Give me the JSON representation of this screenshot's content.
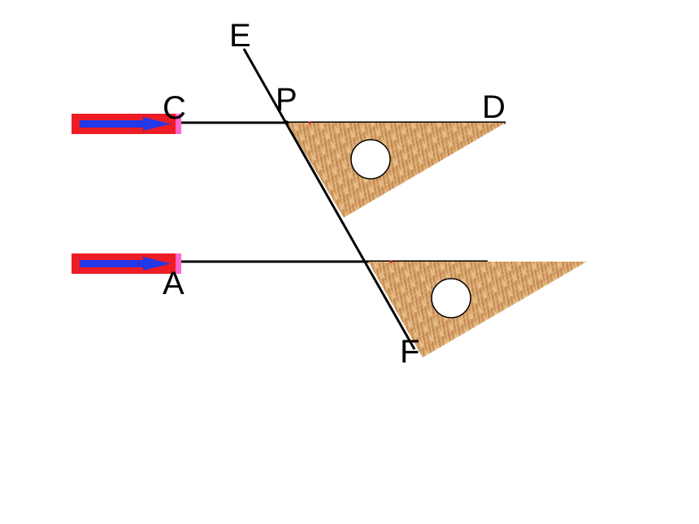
{
  "points": {
    "E": "E",
    "P": "P",
    "C": "C",
    "D": "D",
    "A": "A",
    "F": "F"
  },
  "colors": {
    "line": "#000000",
    "wood_light": "#e2b27a",
    "wood_mid": "#c99256",
    "wood_dark": "#a8703a",
    "arrow_body": "#ee1c24",
    "arrow_tip": "#ff66cc",
    "arrow_inner": "#2438e8",
    "marker": "#cc2222"
  },
  "icons": {
    "slide_arrow": "right-arrow-icon",
    "set_square": "wooden-set-square",
    "hole": "circle-hole"
  }
}
